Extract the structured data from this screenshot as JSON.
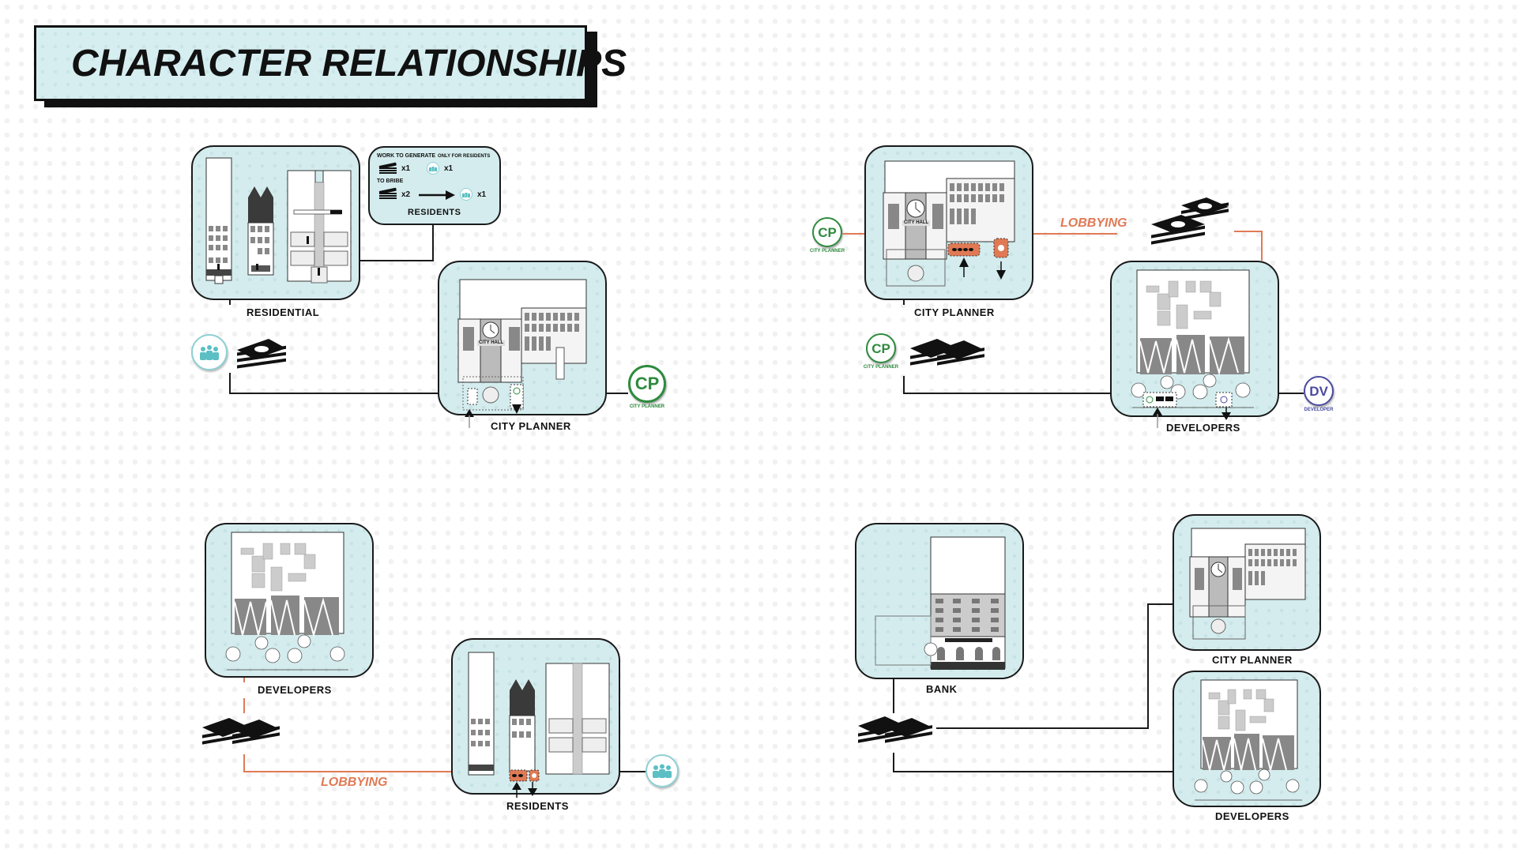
{
  "title": "CHARACTER RELATIONSHIPS",
  "colors": {
    "card_bg": "#d4ecee",
    "lobbying": "#e07a55",
    "city_planner_green": "#2e8b3e",
    "developer_blue": "#4a4aa0",
    "resident_teal": "#5bbfc4"
  },
  "info_box": {
    "work_label": "WORK TO GENERATE",
    "only_label": "ONLY FOR RESIDENTS",
    "work_money_qty": "x1",
    "work_resident_qty": "x1",
    "bribe_label": "TO BRIBE",
    "bribe_money_qty": "x2",
    "bribe_resident_qty": "x1",
    "name": "RESIDENTS"
  },
  "panels": {
    "top_left": {
      "residential_label": "RESIDENTIAL",
      "city_planner_label": "CITY PLANNER",
      "cp_badge": {
        "text": "CP",
        "sub": "CITY PLANNER"
      }
    },
    "top_right": {
      "city_planner_label": "CITY PLANNER",
      "developers_label": "DEVELOPERS",
      "lobbying_label": "LOBBYING",
      "city_hall_sign": "CITY HALL",
      "cp_badge": {
        "text": "CP",
        "sub": "CITY PLANNER"
      },
      "cp_badge_small": {
        "text": "CP",
        "sub": "CITY PLANNER"
      },
      "dv_badge": {
        "text": "DV",
        "sub": "DEVELOPER"
      }
    },
    "bottom_left": {
      "developers_label": "DEVELOPERS",
      "residents_label": "RESIDENTS",
      "lobbying_label": "LOBBYING"
    },
    "bottom_right": {
      "bank_label": "BANK",
      "city_planner_label": "CITY PLANNER",
      "developers_label": "DEVELOPERS"
    }
  },
  "city_hall_sign": "CITY HALL",
  "icons": [
    "money-stack-icon",
    "residents-icon",
    "cp-badge-icon",
    "dv-badge-icon",
    "arrow-up-icon",
    "arrow-down-icon"
  ]
}
